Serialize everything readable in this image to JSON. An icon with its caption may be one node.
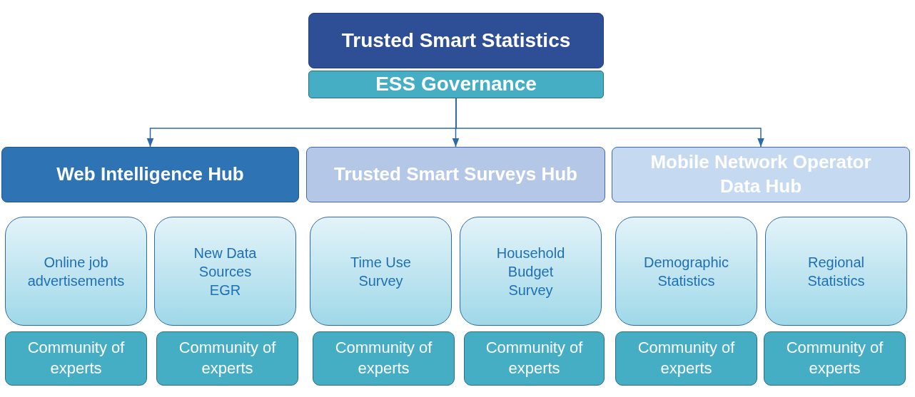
{
  "diagram": {
    "nodes": [
      {
        "text": [
          "Trusted Smart Statistics"
        ]
      },
      {
        "text": [
          "ESS Governance"
        ]
      },
      {
        "text": [
          "Web Intelligence Hub"
        ]
      },
      {
        "text": [
          "Trusted Smart Surveys Hub"
        ]
      },
      {
        "text": [
          "Mobile Network Operator Data Hub"
        ]
      },
      {
        "text": [
          "Online job advertisements"
        ]
      },
      {
        "text": [
          "New Data Sources EGR"
        ]
      },
      {
        "text": [
          "Time Use Survey"
        ]
      },
      {
        "text": [
          "Household Budget Survey"
        ]
      },
      {
        "text": [
          "Demographic Statistics"
        ]
      },
      {
        "text": [
          "Regional Statistics"
        ]
      },
      {
        "text": [
          "Community of experts"
        ]
      },
      {
        "text": [
          "Community of experts"
        ]
      },
      {
        "text": [
          "Community of experts"
        ]
      },
      {
        "text": [
          "Community of experts"
        ]
      },
      {
        "text": [
          "Community of experts"
        ]
      },
      {
        "text": [
          "Community of experts"
        ]
      }
    ],
    "edges": [
      {
        "from": 1,
        "to": 2,
        "arrow": "to"
      },
      {
        "from": 1,
        "to": 3,
        "arrow": "to"
      },
      {
        "from": 1,
        "to": 4,
        "arrow": "to"
      }
    ]
  }
}
